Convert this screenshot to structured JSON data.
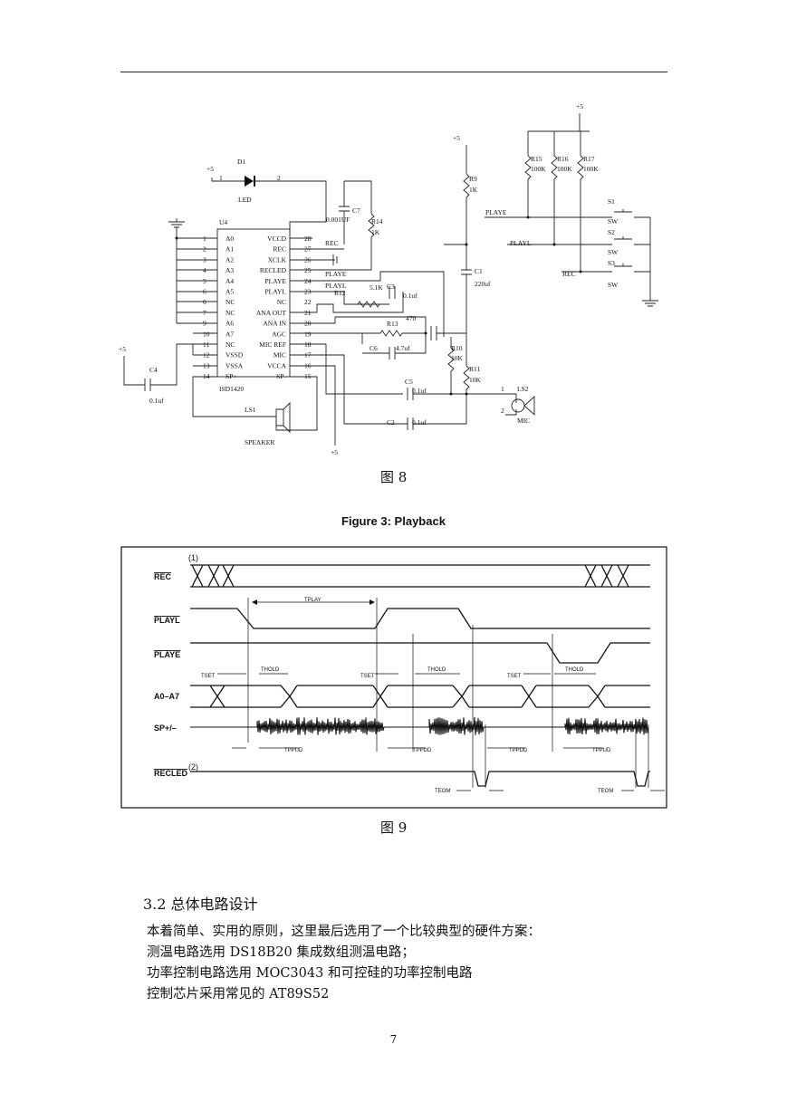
{
  "figure8": {
    "caption": "图 8",
    "chip": {
      "name": "U4",
      "part": "ISD1420"
    },
    "pins_left": [
      {
        "num": "1",
        "name": "A0"
      },
      {
        "num": "2",
        "name": "A1"
      },
      {
        "num": "3",
        "name": "A2"
      },
      {
        "num": "4",
        "name": "A3"
      },
      {
        "num": "5",
        "name": "A4"
      },
      {
        "num": "6",
        "name": "A5"
      },
      {
        "num": "6",
        "name": "NC"
      },
      {
        "num": "7",
        "name": "NC"
      },
      {
        "num": "9",
        "name": "A6"
      },
      {
        "num": "10",
        "name": "A7"
      },
      {
        "num": "11",
        "name": "NC"
      },
      {
        "num": "12",
        "name": "VSSD"
      },
      {
        "num": "13",
        "name": "VSSA"
      },
      {
        "num": "14",
        "name": "SP+"
      }
    ],
    "pins_right": [
      {
        "num": "28",
        "name": "VCCD"
      },
      {
        "num": "27",
        "name": "REC"
      },
      {
        "num": "26",
        "name": "XCLK"
      },
      {
        "num": "25",
        "name": "RECLED"
      },
      {
        "num": "24",
        "name": "PLAYE"
      },
      {
        "num": "23",
        "name": "PLAYL"
      },
      {
        "num": "22",
        "name": "NC"
      },
      {
        "num": "21",
        "name": "ANA OUT"
      },
      {
        "num": "20",
        "name": "ANA IN"
      },
      {
        "num": "19",
        "name": "AGC"
      },
      {
        "num": "18",
        "name": "MIC REF"
      },
      {
        "num": "17",
        "name": "MIC"
      },
      {
        "num": "16",
        "name": "VCCA"
      },
      {
        "num": "15",
        "name": "SP-"
      }
    ],
    "labels": {
      "d1": "D1",
      "led": "LED",
      "vcc": "+5",
      "c7": "C7",
      "c7_val": "0.001UF",
      "r14": "R14",
      "r14_val": "1K",
      "r9": "R9",
      "r9_val": "1K",
      "c1": "C1",
      "c1_val": "220uf",
      "r15": "R15",
      "r15_val": "100K",
      "r16": "R16",
      "r16_val": "100K",
      "r17": "R17",
      "r17_val": "100K",
      "s1": "S1",
      "s2": "S2",
      "s3": "S3",
      "sw": "SW",
      "net_playe": "PLAYE",
      "net_playl": "PLAYL",
      "net_rec": "REC",
      "r12": "R12",
      "r12_val": "5.1K",
      "c3": "C3",
      "c3_val": "0.1uf",
      "r13": "R13",
      "r13_val": "470",
      "c6": "C6",
      "c6_val": "4.7uf",
      "r10": "R10",
      "r10_val": "10K",
      "r11": "R11",
      "r11_val": "10K",
      "c5": "C5",
      "c5_val": "0.1uf",
      "c2": "C2",
      "c2_val": "0.1uf",
      "c4": "C4",
      "c4_val": "0.1uf",
      "ls1": "LS1",
      "speaker": "SPEAKER",
      "ls2": "LS2",
      "mic": "MIC",
      "n1": "1",
      "n2": "2"
    }
  },
  "figure9": {
    "title": "Figure 3:  Playback",
    "caption": "图 9",
    "signals": [
      "REC",
      "PLAYL",
      "PLAYE",
      "A0–A7",
      "SP+/–",
      "RECLED"
    ],
    "notes": [
      "(1)",
      "(2)"
    ],
    "timing_labels": {
      "tplay": "TPLAY",
      "thold": "THOLD",
      "tset": "TSET",
      "tppud": "TPPUD",
      "tppdd": "TPPDD",
      "teom": "TEOM"
    }
  },
  "section": {
    "heading": "3.2 总体电路设计",
    "paragraphs": [
      "本着简单、实用的原则，这里最后选用了一个比较典型的硬件方案：",
      "测温电路选用 DS18B20 集成数组测温电路；",
      "功率控制电路选用 MOC3043 和可控硅的功率控制电路",
      "控制芯片采用常见的 AT89S52"
    ]
  },
  "page_number": "7"
}
